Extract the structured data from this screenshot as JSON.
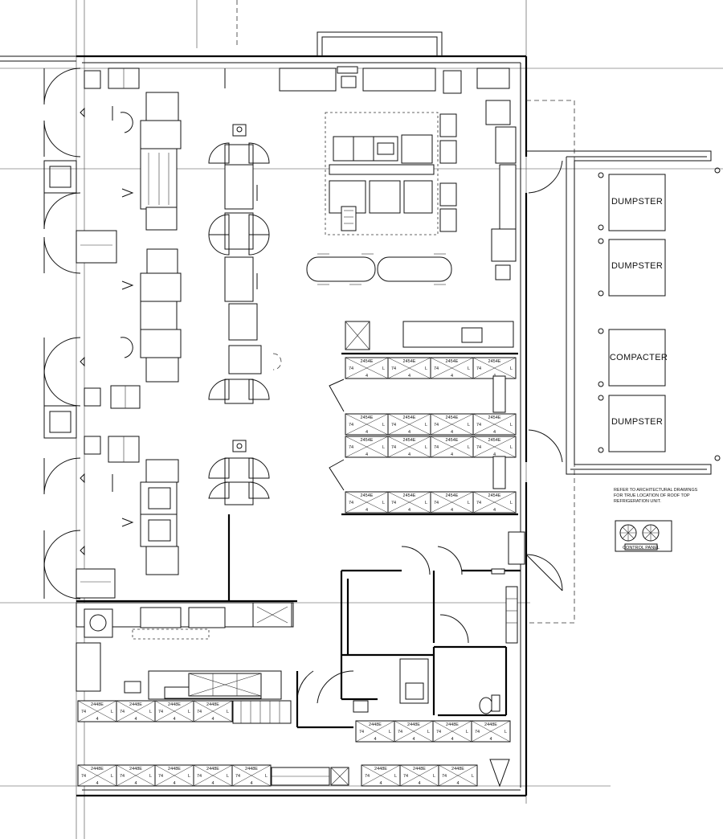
{
  "drawing": {
    "rooftop_items": [
      "DUMPSTER",
      "DUMPSTER",
      "COMPACTER",
      "DUMPSTER"
    ],
    "note_lines": [
      "REFER TO ARCHITECTURAL DRAWINGS",
      "FOR TRUE LOCATION OF ROOF TOP",
      "REFRIGERATION UNIT."
    ],
    "condenser_label": "CONTROL PANEL",
    "shelf_code_a": "2454E",
    "shelf_code_b": "2448E",
    "shelf_left_mark": "74",
    "shelf_right_mark": "L",
    "shelf_bottom_mark": "4",
    "colors": {
      "line": "#111111",
      "background": "#ffffff"
    }
  }
}
